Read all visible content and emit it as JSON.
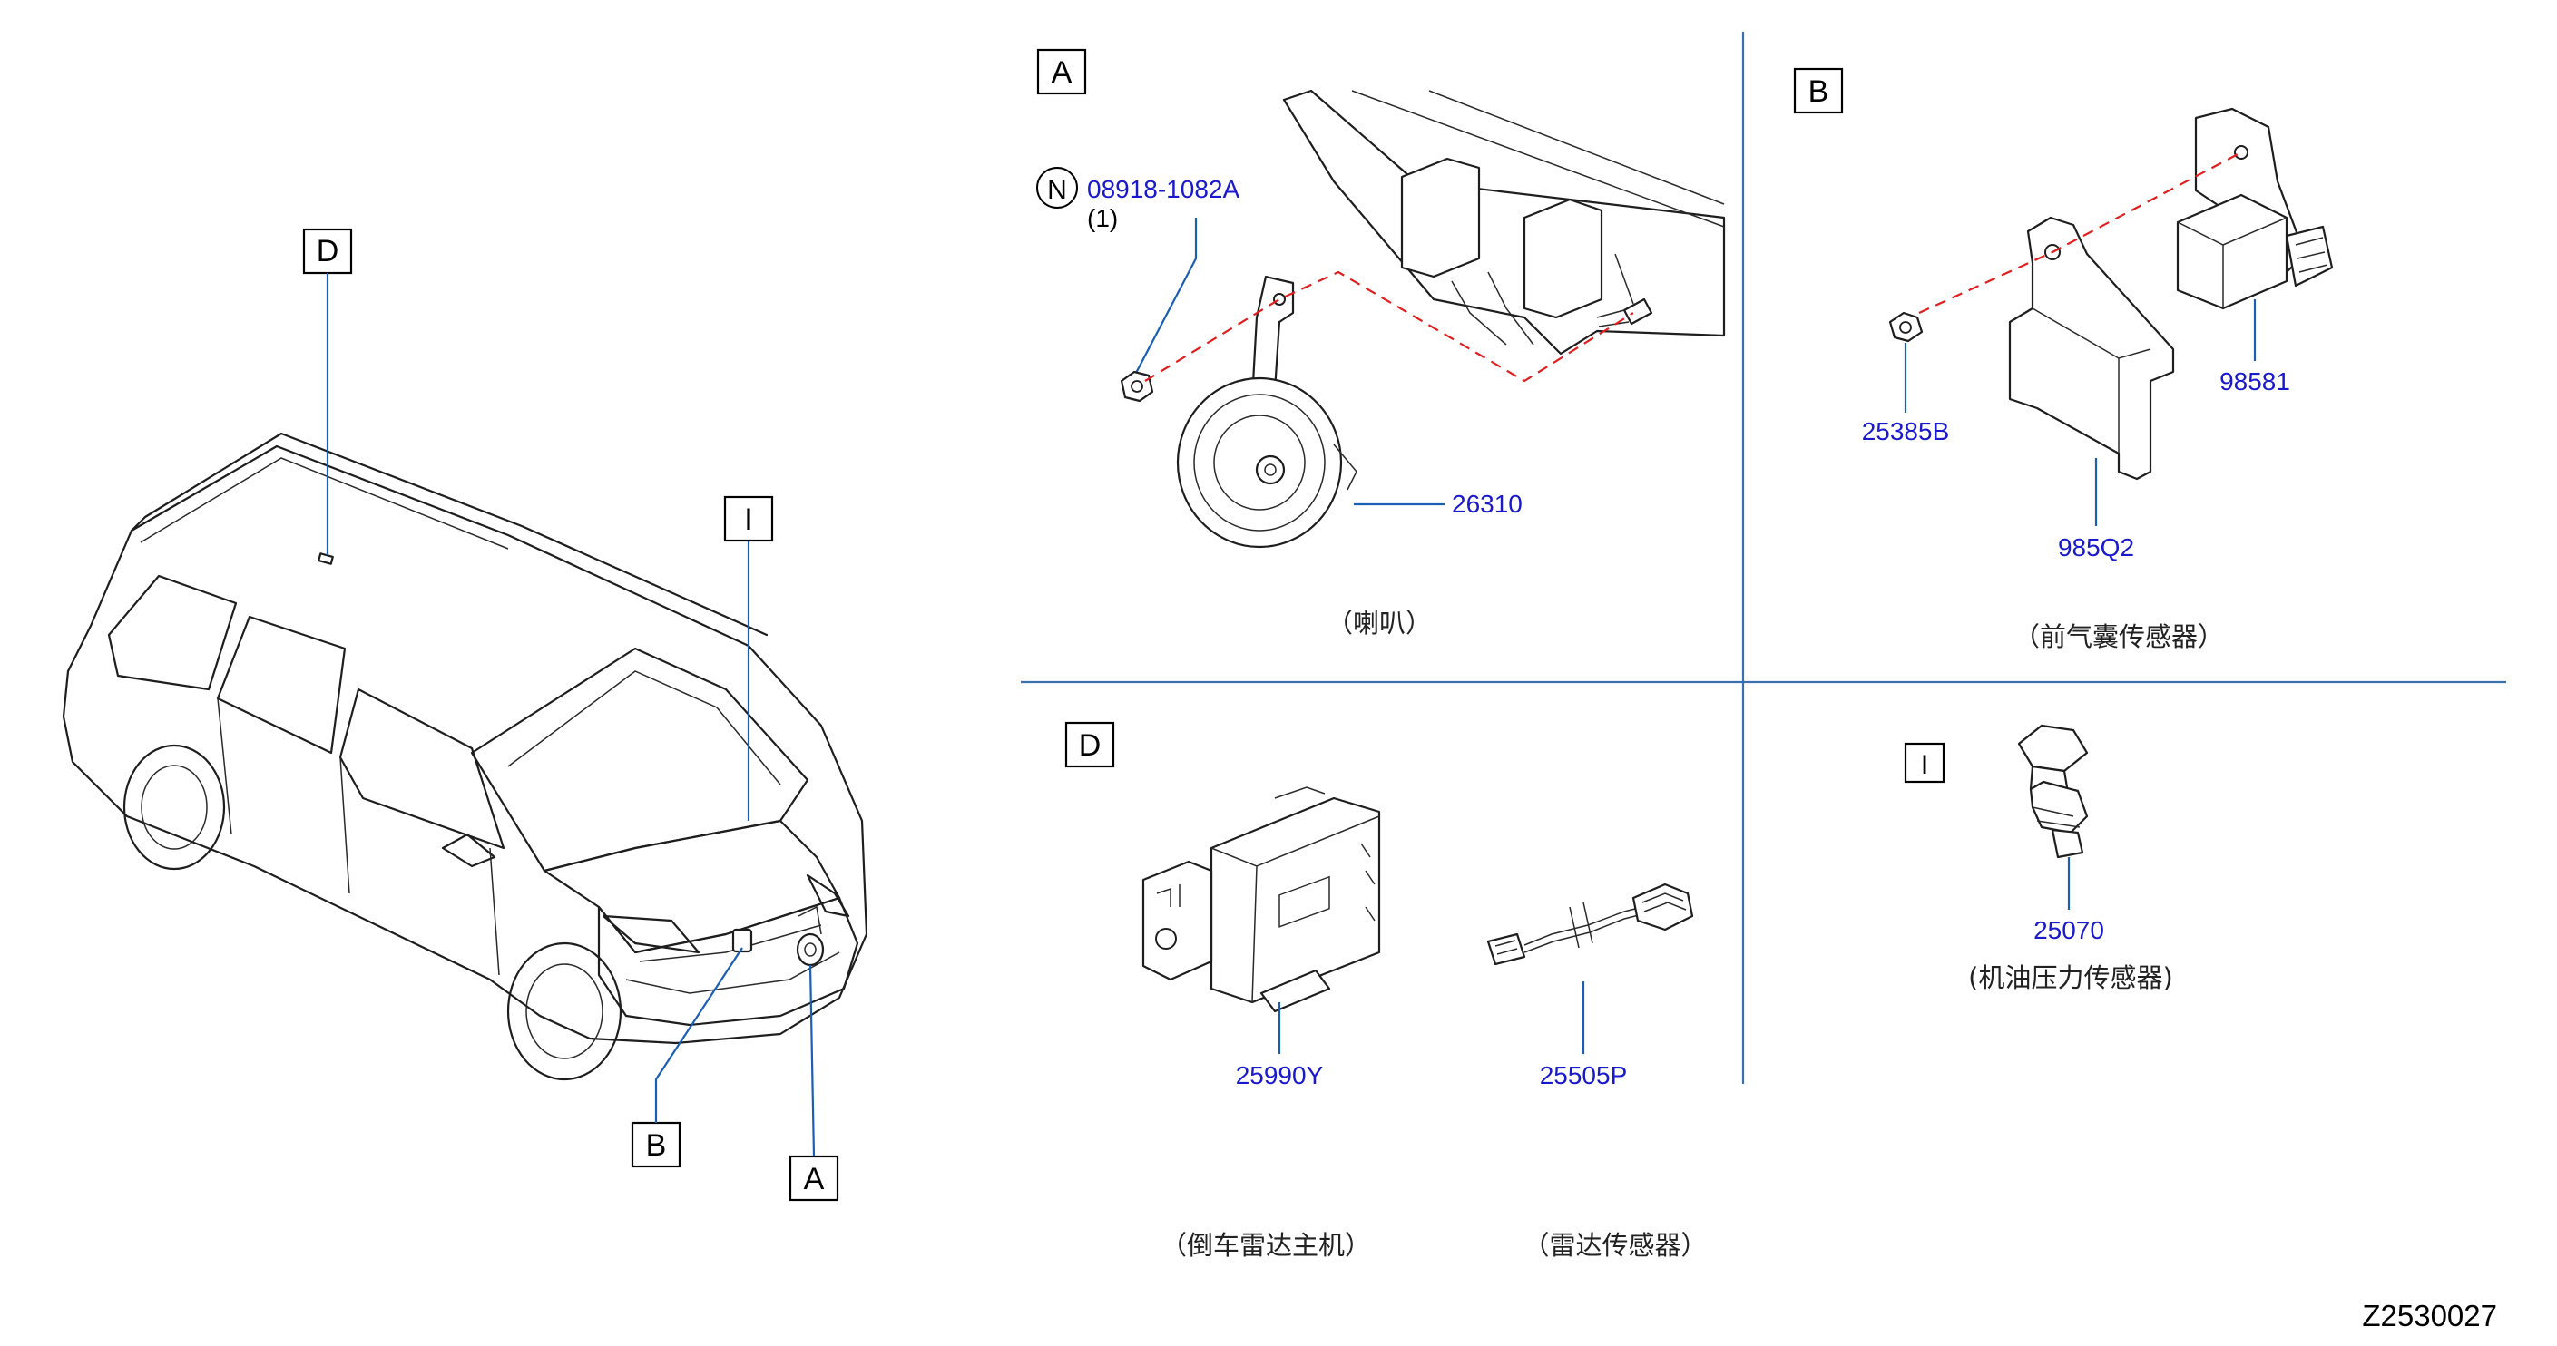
{
  "diagram_ref": "Z2530027",
  "vehicle": {
    "callouts": {
      "A": "A",
      "B": "B",
      "D": "D",
      "I": "I"
    }
  },
  "panels": {
    "A": {
      "label": "A",
      "caption": "（喇叭）",
      "nut": {
        "symbol": "N",
        "part_no": "08918-1082A",
        "qty": "(1)"
      },
      "horn_part_no": "26310"
    },
    "B": {
      "label": "B",
      "caption": "（前气囊传感器）",
      "nut_part_no": "25385B",
      "sensor_part_no": "98581",
      "bracket_part_no": "985Q2"
    },
    "D": {
      "label": "D",
      "unit_part_no": "25990Y",
      "sensor_part_no": "25505P",
      "unit_caption": "（倒车雷达主机）",
      "sensor_caption": "（雷达传感器）"
    },
    "I": {
      "label": "I",
      "part_no": "25070",
      "caption": "(机油压力传感器)"
    }
  }
}
